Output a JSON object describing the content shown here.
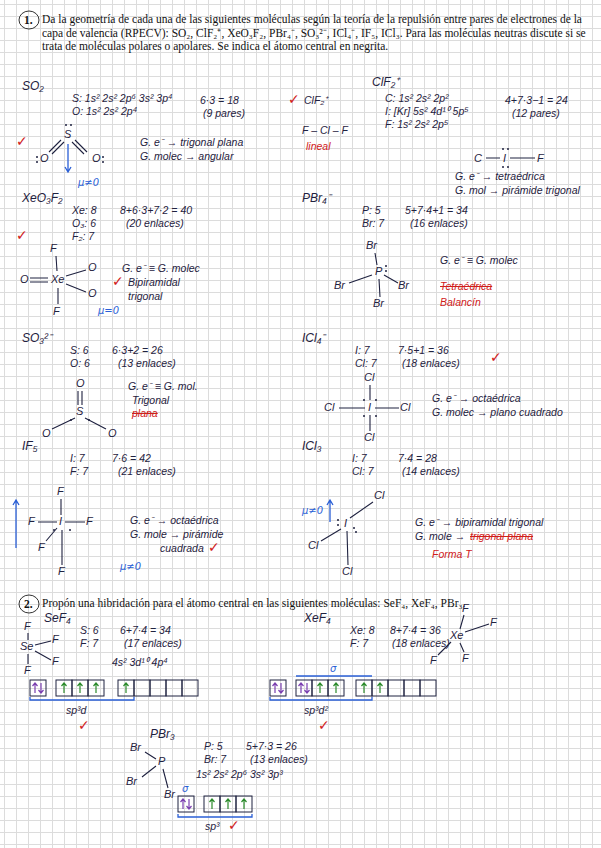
{
  "diagram": {
    "labels": [
      "1.",
      "Da la geometría de cada una de las siguientes moléculas según la teoría de la repulsión entre pares de electrones de la capa de valencia (RPECV): SO₂, ClF₂⁺, XeO₃F₂, PBr₄⁻, SO₃²⁻, ICl₄⁻, IF₅, ICl₃. Para las moléculas neutras discute si se trata de moléculas polares o apolares. Se indica el átomo central en negrita.",
      "SO₂",
      "S: 1s² 2s² 2p⁶ 3s² 3p⁴",
      "O: 1s² 2s² 2p⁴",
      "6·3 = 18",
      "(9 pares)",
      "✓",
      "S",
      "O",
      "O",
      "G. e⁻ → trigonal plana",
      "G. molec → angular",
      "μ≠0",
      "ClF₂⁺",
      "ClF₂⁺",
      "C: 1s² 2s² 2p²",
      "I: [Kr] 5s² 4d¹⁰ 5p⁵",
      "F: 1s² 2s² 2p⁵",
      "4+7·3−1 = 24",
      "(12 pares)",
      "F – Cl – F",
      "lineal",
      "C",
      "I",
      "F",
      "G. e⁻ → tetraédrica",
      "G. mol → pirámide trigonal",
      "✓",
      "XeO₃F₂",
      "Xe: 8",
      "O₃: 6",
      "F₂: 7",
      "8+6·3+7·2 = 40",
      "(20 enlaces)",
      "✓",
      "F",
      "O",
      "Xe",
      "O",
      "O",
      "F",
      "G. e⁻ ≡ G. molec",
      "✓",
      "Bipiramidal",
      "trigonal",
      "μ=0",
      "PBr₄⁻",
      "P: 5",
      "Br: 7",
      "5+7·4+1 = 34",
      "(16 enlaces)",
      "Br",
      "P",
      "Br",
      "Br",
      "Br",
      "G. e⁻ ≡ G. molec",
      "Tetraédrica",
      "Balancín",
      "SO₃²⁻",
      "S: 6",
      "O: 6",
      "6·3+2 = 26",
      "(13 enlaces)",
      "O",
      "S",
      "O",
      "O",
      "G. e⁻ ≡ G. mol.",
      "Trigonal",
      "plana",
      "ICl₄⁻",
      "I: 7",
      "Cl: 7",
      "7·5+1 = 36",
      "(18 enlaces)",
      "✓",
      "Cl",
      "Cl",
      "I",
      "Cl",
      "Cl",
      "G. e⁻ → octaédrica",
      "G. molec → plano cuadrado",
      "IF₅",
      "I: 7",
      "F: 7",
      "7·6 = 42",
      "(21 enlaces)",
      "F",
      "F",
      "I",
      "F",
      "F",
      "F",
      "G. e⁻ → octaédrica",
      "G. mole → pirámide",
      "cuadrada",
      "✓",
      "μ≠0",
      "ICl₃",
      "I: 7",
      "Cl: 7",
      "7·4 = 28",
      "(14 enlaces)",
      "μ≠0",
      "Cl",
      "I",
      "Cl",
      "Cl",
      "G. e⁻ → bipiramidal trigonal",
      "G. mole →",
      "trigonal plana",
      "Forma T",
      "2.",
      "Propón una hibridación para el átomo central en las siguientes moléculas: SeF₄, XeF₄, PBr₃.",
      "SeF₄",
      "S: 6",
      "F: 7",
      "6+7·4 = 34",
      "(17 enlaces)",
      "F",
      "Se",
      "F",
      "F",
      "F",
      "4s² 3d¹⁰ 4p⁴",
      "sp³d",
      "✓",
      "XeF₄",
      "Xe: 8",
      "F: 7",
      "8+7·4 = 36",
      "(18 enlaces)",
      "F",
      "F",
      "Xe",
      "F",
      "F",
      "σ",
      "sp³d²",
      "✓",
      "PBr₃",
      "P: 5",
      "Br: 7",
      "5+7·3 = 26",
      "(13 enlaces)",
      "P",
      "Br",
      "Br",
      "Br",
      "1s² 2s² 2p⁶ 3s² 3p³",
      "σ",
      "sp³",
      "✓"
    ]
  }
}
